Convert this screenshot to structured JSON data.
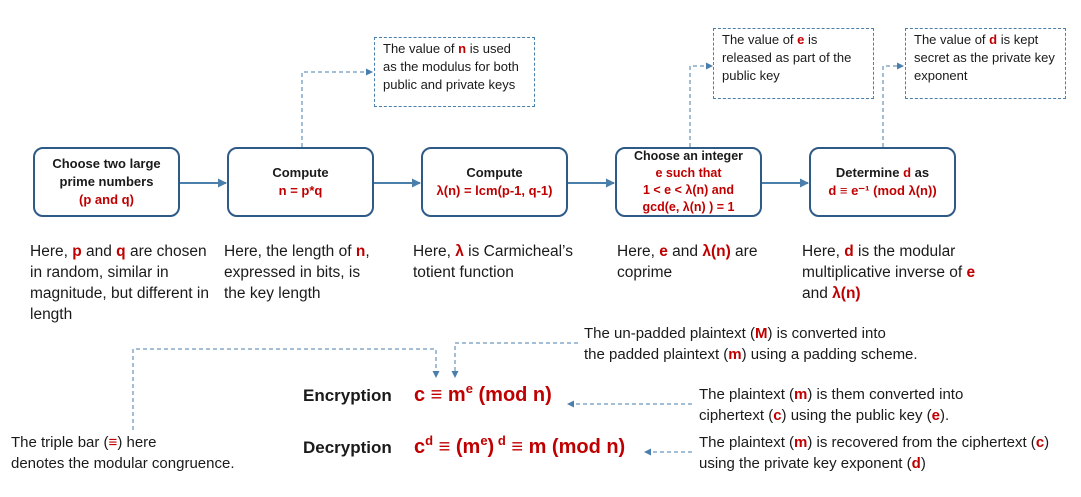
{
  "steps": [
    {
      "line1": "Choose two large",
      "line2": "prime numbers",
      "line3": "(p and q)"
    },
    {
      "line1": "Compute",
      "line2": "n = p*q"
    },
    {
      "line1": "Compute",
      "line2": "λ(n) = lcm(p-1, q-1)"
    },
    {
      "line1": "Choose an integer",
      "line2": "e such that",
      "line3": "1 < e < λ(n) and",
      "line4": "gcd(e, λ(n) ) = 1"
    },
    {
      "line1": "Determine",
      "line1_var": "d",
      "line1_suffix": " as",
      "line2": "d ≡ e⁻¹ (mod λ(n))"
    }
  ],
  "notes": {
    "modulus": {
      "pre": "The value of ",
      "var": "n",
      "post": " is used as the modulus for both public and private keys"
    },
    "public_key": {
      "pre": "The value of ",
      "var": "e",
      "post": " is released as part of the public key"
    },
    "private_key": {
      "pre": "The value of ",
      "var": "d",
      "post": " is kept secret as the private key exponent"
    }
  },
  "descriptions": {
    "d1": {
      "a": "Here, ",
      "p": "p",
      "b": " and ",
      "q": "q",
      "c": " are chosen in random, similar in magnitude, but different in length"
    },
    "d2": {
      "a": "Here, the length of ",
      "n": "n",
      "b": ", expressed in bits, is the key length"
    },
    "d3": {
      "a": "Here, ",
      "lambda": "λ",
      "b": " is Carmicheal’s totient function"
    },
    "d4": {
      "a": "Here, ",
      "e": "e",
      "b": " and ",
      "ln": "λ(n)",
      "c": " are coprime"
    },
    "d5": {
      "a": "Here, ",
      "d": "d",
      "b": " is the modular multiplicative inverse of ",
      "e": "e",
      "c": " and ",
      "ln": "λ(n)"
    }
  },
  "encryption": {
    "label": "Encryption",
    "f1": "c ≡ m",
    "sup": "e",
    "f2": " (mod n)"
  },
  "decryption": {
    "label": "Decryption",
    "f1": "c",
    "sup1": "d",
    "f2": " ≡ (m",
    "sup2": "e",
    "f3": ")",
    "sup3": " d",
    "f4": " ≡ m (mod n)"
  },
  "padding_note": {
    "a": "The un-padded plaintext (",
    "M": "M",
    "b": ") is converted into",
    "c": "the padded plaintext (",
    "m": "m",
    "d": ") using a padding scheme."
  },
  "enc_note": {
    "a": "The plaintext (",
    "m": "m",
    "b": ") is them converted into",
    "c": "ciphertext (",
    "cv": "c",
    "d": ") using the public key (",
    "e": "e",
    "f": ")."
  },
  "dec_note": {
    "a": "The plaintext (",
    "m": "m",
    "b": ") is recovered from the ciphertext (",
    "cv": "c",
    "c": ")",
    "d": "using the private key exponent (",
    "dv": "d",
    "e": ")"
  },
  "triple_bar_note": {
    "a": "The triple bar (",
    "sym": "≡",
    "b": ") here",
    "c": "denotes the modular congruence."
  },
  "colors": {
    "box_border": "#2e5a87",
    "arrow": "#4a7eab",
    "accent": "#c00000"
  }
}
